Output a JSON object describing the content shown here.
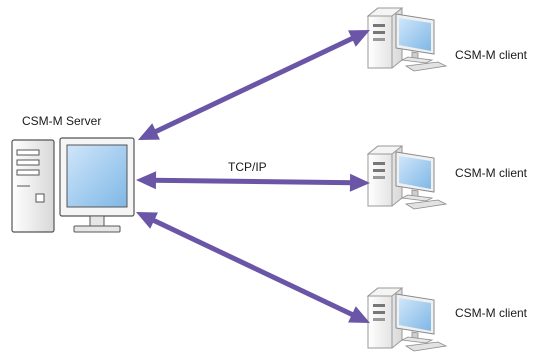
{
  "server": {
    "label": "CSM-M Server"
  },
  "protocol": {
    "label": "TCP/IP"
  },
  "clients": [
    {
      "label": "CSM-M client"
    },
    {
      "label": "CSM-M client"
    },
    {
      "label": "CSM-M client"
    }
  ],
  "colors": {
    "arrow": "#6a55a6",
    "tower": "#eeeeee",
    "tower_outline": "#555555",
    "screen": "#a8cff0",
    "screen_frame": "#ffffff"
  },
  "icons": [
    "server-computer-icon",
    "client-computer-icon"
  ]
}
